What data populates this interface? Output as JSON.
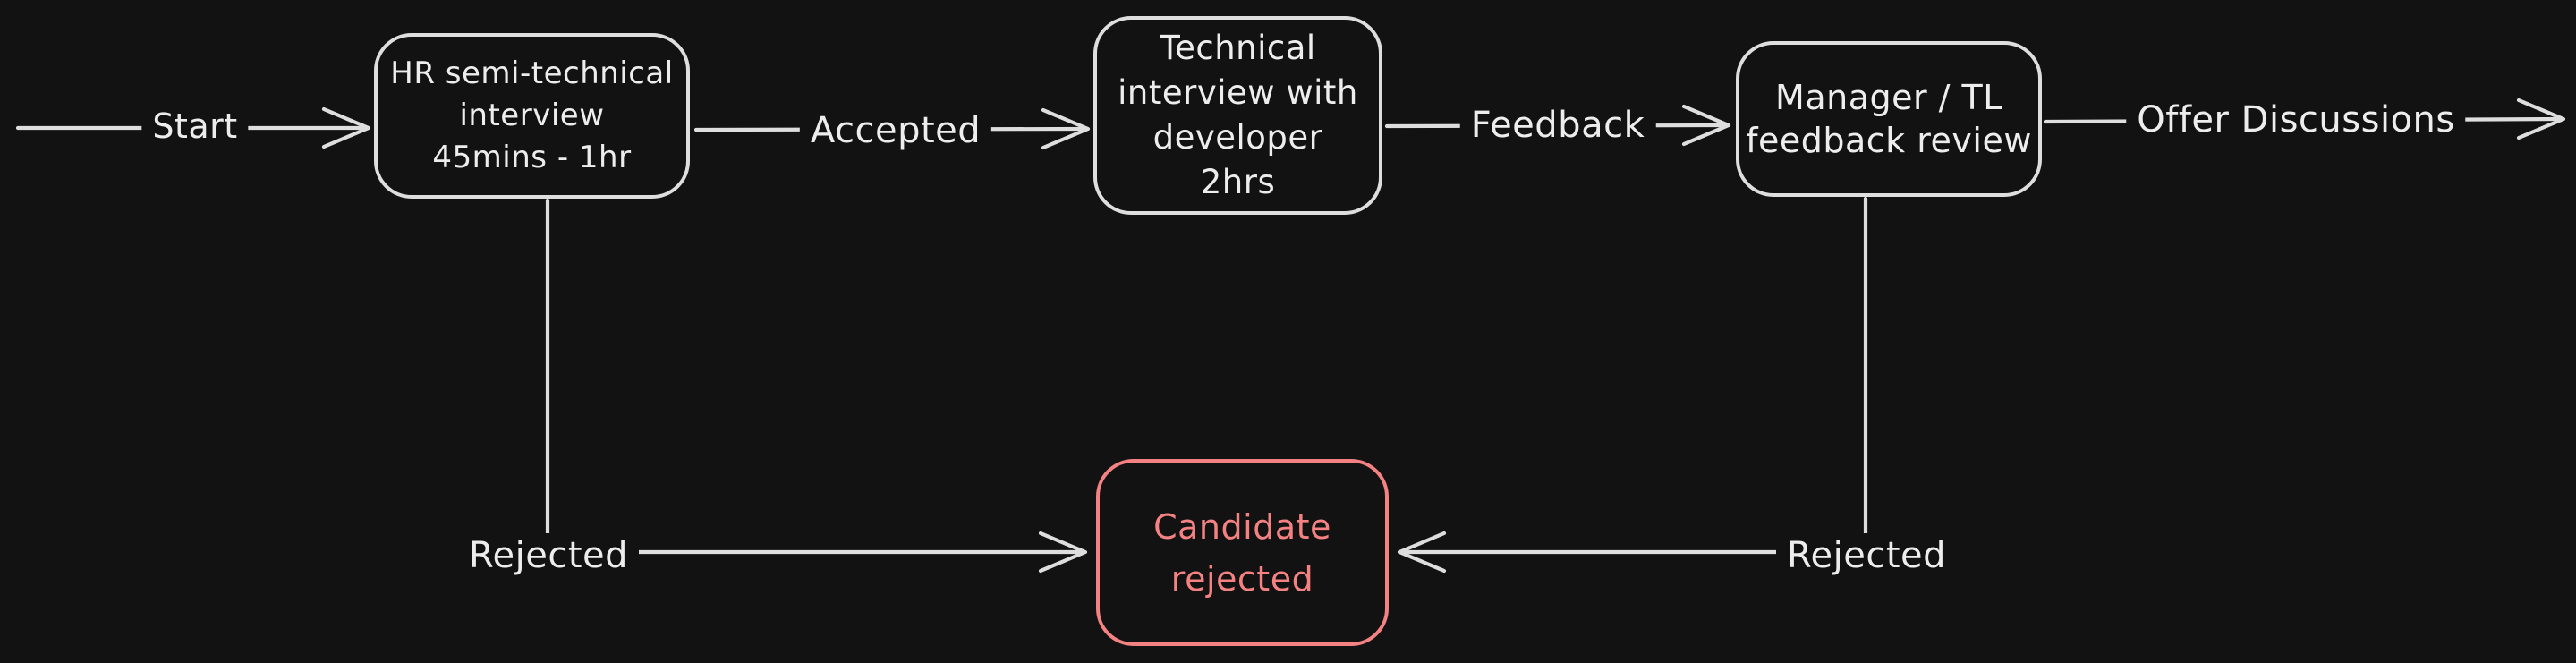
{
  "diagram": {
    "colors": {
      "background": "#121212",
      "stroke": "#dedede",
      "text": "#ededed",
      "danger": "#f48282"
    },
    "nodes": [
      {
        "id": "hr-interview",
        "color": "default",
        "lines": [
          "HR semi-technical",
          "interview",
          "45mins - 1hr"
        ]
      },
      {
        "id": "technical-interview",
        "color": "default",
        "lines": [
          "Technical",
          "interview with",
          "developer",
          "2hrs"
        ]
      },
      {
        "id": "manager-review",
        "color": "default",
        "lines": [
          "Manager / TL",
          "feedback review"
        ]
      },
      {
        "id": "candidate-rejected",
        "color": "danger",
        "lines": [
          "Candidate",
          "rejected"
        ]
      }
    ],
    "edges": [
      {
        "id": "start",
        "label": "Start",
        "from": "canvas-left-edge",
        "to": "hr-interview"
      },
      {
        "id": "accepted",
        "label": "Accepted",
        "from": "hr-interview",
        "to": "technical-interview"
      },
      {
        "id": "feedback",
        "label": "Feedback",
        "from": "technical-interview",
        "to": "manager-review"
      },
      {
        "id": "offer",
        "label": "Offer Discussions",
        "from": "manager-review",
        "to": "canvas-right-edge"
      },
      {
        "id": "rejected-left",
        "label": "Rejected",
        "from": "hr-interview",
        "to": "candidate-rejected"
      },
      {
        "id": "rejected-right",
        "label": "Rejected",
        "from": "manager-review",
        "to": "candidate-rejected"
      }
    ]
  }
}
